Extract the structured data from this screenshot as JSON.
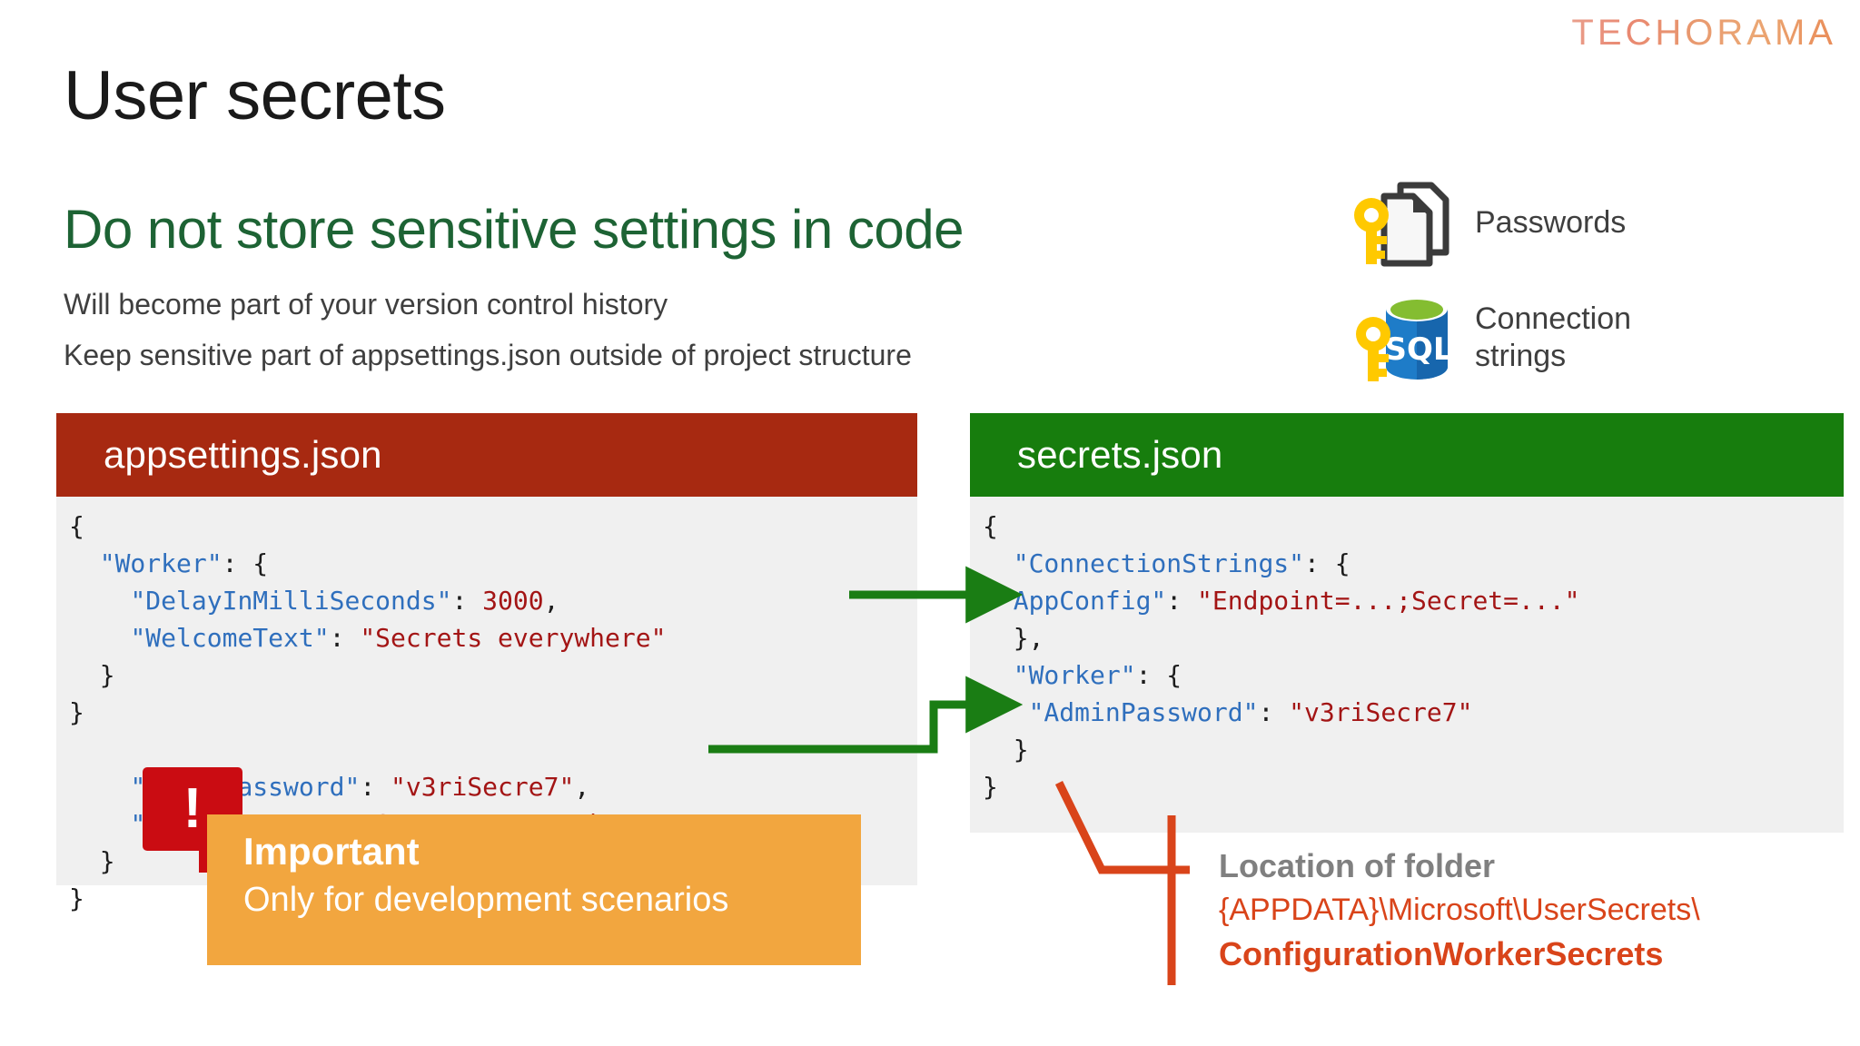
{
  "brand": {
    "logo_text": "TECHORAMA",
    "logo_color": "#e08a63"
  },
  "header": {
    "title": "User secrets",
    "subtitle": "Do not store sensitive settings in code",
    "subtitle_color": "#1d6334",
    "bullets": [
      "Will become part of your version control history",
      "Keep sensitive part of appsettings.json outside of project structure"
    ]
  },
  "icon_list": [
    {
      "icon": "key-documents-icon",
      "label": "Passwords"
    },
    {
      "icon": "key-sql-database-icon",
      "label": "Connection\nstrings"
    }
  ],
  "panels": {
    "left": {
      "title": "appsettings.json",
      "header_color": "#a72911",
      "body_color": "#f0f0f0",
      "lines": [
        [
          {
            "t": "{",
            "c": "p"
          }
        ],
        [
          {
            "t": "  ",
            "c": "p"
          },
          {
            "t": "\"Worker\"",
            "c": "k"
          },
          {
            "t": ": {",
            "c": "p"
          }
        ],
        [
          {
            "t": "    ",
            "c": "p"
          },
          {
            "t": "\"DelayInMilliSeconds\"",
            "c": "k"
          },
          {
            "t": ": ",
            "c": "p"
          },
          {
            "t": "3000",
            "c": "v"
          },
          {
            "t": ",",
            "c": "p"
          }
        ],
        [
          {
            "t": "    ",
            "c": "p"
          },
          {
            "t": "\"WelcomeText\"",
            "c": "k"
          },
          {
            "t": ": ",
            "c": "p"
          },
          {
            "t": "\"Secrets everywhere\"",
            "c": "v"
          }
        ],
        [
          {
            "t": "  }",
            "c": "p"
          }
        ],
        [
          {
            "t": "}",
            "c": "p"
          }
        ],
        [
          {
            "t": "",
            "c": "p"
          }
        ],
        [
          {
            "t": "    ",
            "c": "p"
          },
          {
            "t": "\"AdminPassword\"",
            "c": "k"
          },
          {
            "t": ": ",
            "c": "p"
          },
          {
            "t": "\"v3riSecre7\"",
            "c": "v"
          },
          {
            "t": ",",
            "c": "p"
          }
        ],
        [
          {
            "t": "    ",
            "c": "p"
          },
          {
            "t": "\"WelcomeText\"",
            "c": "k"
          },
          {
            "t": ": ",
            "c": "p"
          },
          {
            "t": "\"Secrets everywhere\"",
            "c": "v"
          }
        ],
        [
          {
            "t": "  }",
            "c": "p"
          }
        ],
        [
          {
            "t": "}",
            "c": "p"
          }
        ]
      ]
    },
    "right": {
      "title": "secrets.json",
      "header_color": "#177d0d",
      "body_color": "#f0f0f0",
      "lines": [
        [
          {
            "t": "{",
            "c": "p"
          }
        ],
        [
          {
            "t": "  ",
            "c": "p"
          },
          {
            "t": "\"ConnectionStrings\"",
            "c": "k"
          },
          {
            "t": ": {",
            "c": "p"
          }
        ],
        [
          {
            "t": " ",
            "c": "p"
          },
          {
            "t": "\"AppConfig\"",
            "c": "k"
          },
          {
            "t": ": ",
            "c": "p"
          },
          {
            "t": "\"Endpoint=...;Secret=...\"",
            "c": "v"
          }
        ],
        [
          {
            "t": "  },",
            "c": "p"
          }
        ],
        [
          {
            "t": "  ",
            "c": "p"
          },
          {
            "t": "\"Worker\"",
            "c": "k"
          },
          {
            "t": ": {",
            "c": "p"
          }
        ],
        [
          {
            "t": "   ",
            "c": "p"
          },
          {
            "t": "\"AdminPassword\"",
            "c": "k"
          },
          {
            "t": ": ",
            "c": "p"
          },
          {
            "t": "\"v3riSecre7\"",
            "c": "v"
          }
        ],
        [
          {
            "t": "  }",
            "c": "p"
          }
        ],
        [
          {
            "t": "}",
            "c": "p"
          }
        ]
      ]
    }
  },
  "callout": {
    "badge_icon": "exclamation-icon",
    "badge_glyph": "!",
    "badge_color": "#ca0c12",
    "box_color": "#f2a63f",
    "title": "Important",
    "subtitle": "Only for development scenarios"
  },
  "folder": {
    "title": "Location of folder",
    "path": "{APPDATA}\\Microsoft\\UserSecrets\\",
    "name": "ConfigurationWorkerSecrets",
    "accent_color": "#d9441a",
    "title_color": "#808080"
  },
  "arrows": {
    "color": "#1a7d14",
    "items": [
      {
        "name": "arrow-appconfig",
        "style": "straight"
      },
      {
        "name": "arrow-adminpassword",
        "style": "elbow"
      }
    ]
  }
}
